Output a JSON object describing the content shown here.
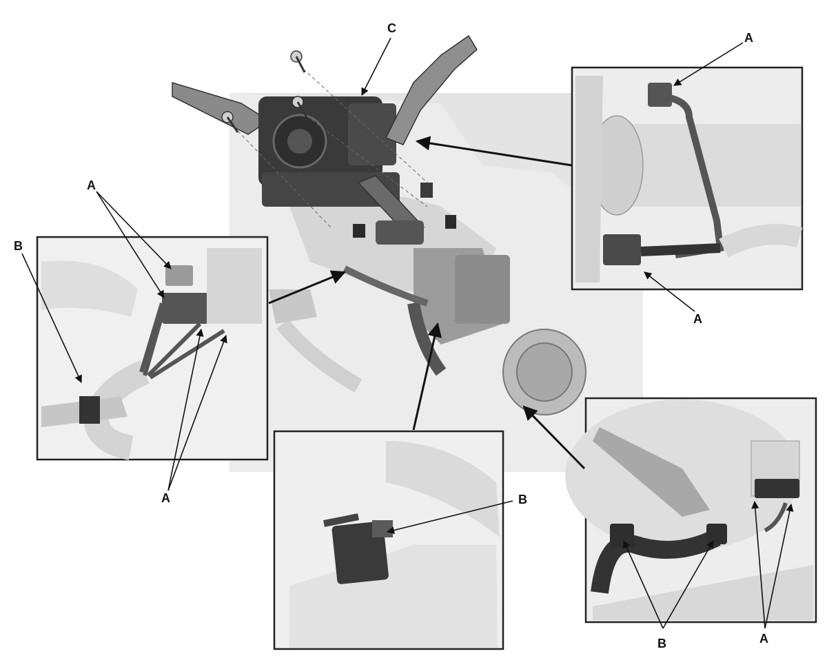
{
  "callouts": {
    "c_top": "C",
    "a_top_right": "A",
    "a_right_mid": "A",
    "a_left_top": "A",
    "b_left": "B",
    "a_left_bottom": "A",
    "b_center": "B",
    "b_bottom_right": "B",
    "a_bottom_right": "A"
  }
}
